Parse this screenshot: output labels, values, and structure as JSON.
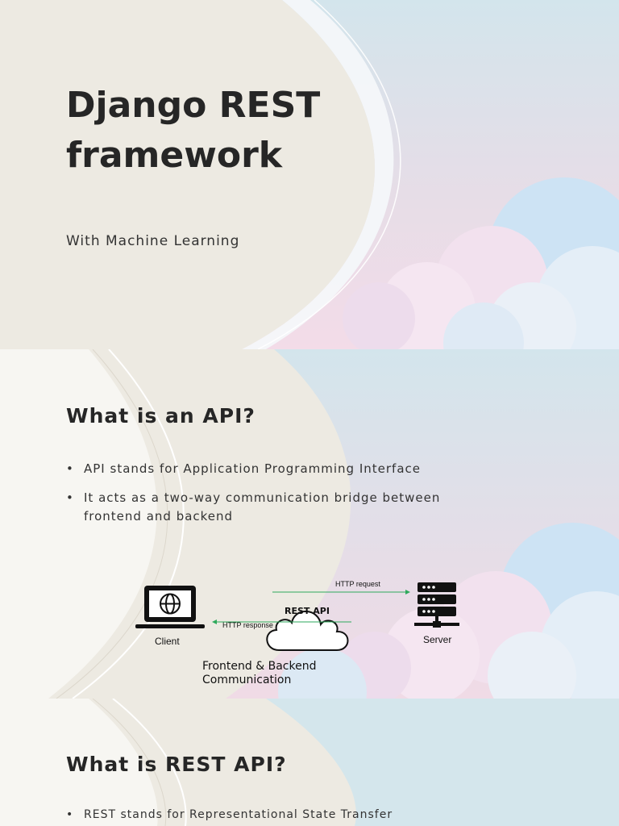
{
  "slides": [
    {
      "title": "Django REST framework",
      "subtitle": "With Machine Learning"
    },
    {
      "heading": "What is an API?",
      "bullets": [
        "API stands for Application Programming Interface",
        "It acts as a two-way communication bridge between frontend and backend"
      ],
      "diagram": {
        "client_label": "Client",
        "api_label": "REST API",
        "server_label": "Server",
        "request_label": "HTTP request",
        "response_label": "HTTP response",
        "caption": "Frontend & Backend Communication",
        "arrow_color": "#2eaa5c"
      }
    },
    {
      "heading": "What is REST API?",
      "bullets": [
        "REST stands for Representational State Transfer"
      ]
    }
  ],
  "bullet_glyph": "•",
  "colors": {
    "paper": "#edeae2",
    "paper_light": "#f7f6f2",
    "sky_blue": "#d4e6ec",
    "sky_pink": "#f0dbe6",
    "cloud": "#e9eff6"
  },
  "icons": [
    "laptop-globe-icon",
    "cloud-icon",
    "server-icon"
  ]
}
